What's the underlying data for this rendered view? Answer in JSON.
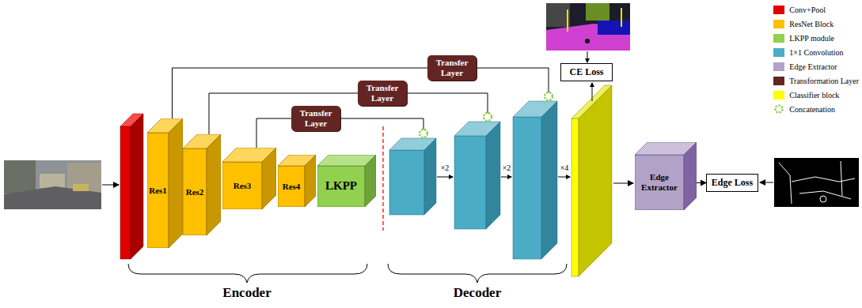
{
  "diagram": {
    "nodes": [
      {
        "text": [
          "Transfer Layer"
        ]
      },
      {
        "text": [
          "Transfer Layer"
        ]
      },
      {
        "text": [
          "Transfer Layer"
        ]
      },
      {
        "text": [
          "CE Loss"
        ]
      },
      {
        "text": [
          "Res1"
        ]
      },
      {
        "text": [
          "Res2"
        ]
      },
      {
        "text": [
          "Res3"
        ]
      },
      {
        "text": [
          "Res4"
        ]
      },
      {
        "text": [
          "LKPP"
        ]
      },
      {
        "text": [
          "Edge Extractor"
        ]
      },
      {
        "text": [
          "Edge Loss"
        ]
      }
    ],
    "edges": [
      {
        "from": 4,
        "to": 0,
        "arrow": "none"
      },
      {
        "from": 5,
        "to": 1,
        "arrow": "none"
      },
      {
        "from": 6,
        "to": 2,
        "arrow": "none"
      },
      {
        "from": 9,
        "to": 10,
        "arrow": "to"
      }
    ],
    "labels": [
      "×2",
      "×2",
      "×4",
      "Encoder",
      "Decoder"
    ],
    "legend": [
      {
        "text": "Conv+Pool",
        "color": "#e00000"
      },
      {
        "text": "ResNet Block",
        "color": "#ffc000"
      },
      {
        "text": "LKPP module",
        "color": "#92d050"
      },
      {
        "text": "1×1 Convolution",
        "color": "#4bacc6"
      },
      {
        "text": "Edge Extractor",
        "color": "#b3a2c7"
      },
      {
        "text": "Transformation Layer",
        "color": "#632523"
      },
      {
        "text": "Classifier block",
        "color": "#ffff00"
      },
      {
        "text": "Concatenation"
      }
    ]
  }
}
